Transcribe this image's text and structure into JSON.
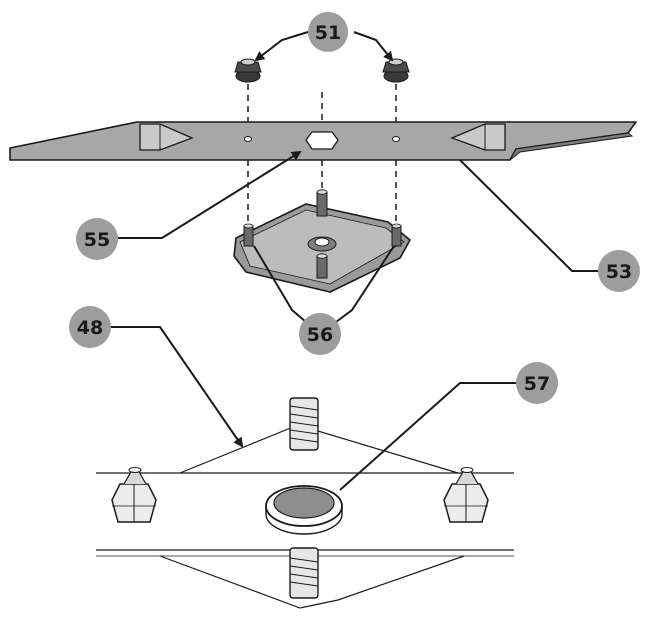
{
  "callouts": {
    "c51": "51",
    "c53": "53",
    "c55": "55",
    "c56": "56",
    "c48": "48",
    "c57": "57"
  },
  "colors": {
    "callout_fill": "#9d9d9d",
    "blade_fill": "#a7a7a7",
    "line": "#1a1a1a",
    "metal_light": "#e9e9e9",
    "washer_dark": "#8e8e8e"
  }
}
